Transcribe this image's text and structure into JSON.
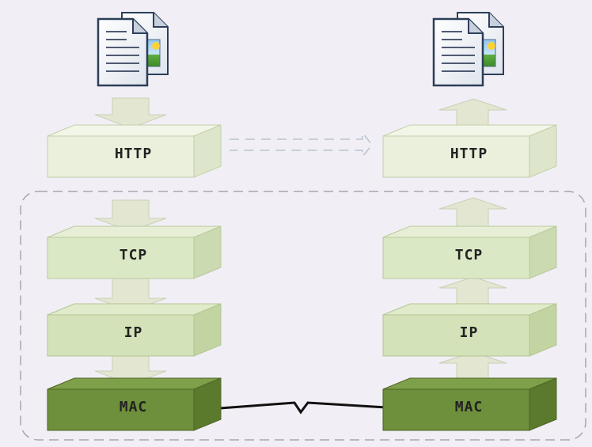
{
  "layers": {
    "left": [
      {
        "label": "HTTP",
        "fill": "#eaf0dc",
        "top": "#f2f6e8",
        "side": "#dde6cb",
        "stroke": "#c3cfaa"
      },
      {
        "label": "TCP",
        "fill": "#dbe8c5",
        "top": "#e6efd6",
        "side": "#cbdab1",
        "stroke": "#b9c99c"
      },
      {
        "label": "IP",
        "fill": "#d3e2b8",
        "top": "#e0ebcb",
        "side": "#c2d4a2",
        "stroke": "#b3c592"
      },
      {
        "label": "MAC",
        "fill": "#6e8f3b",
        "top": "#7fa04a",
        "side": "#5b7a2e",
        "stroke": "#4c6626"
      }
    ],
    "right": [
      {
        "label": "HTTP",
        "fill": "#eaf0dc",
        "top": "#f2f6e8",
        "side": "#dde6cb",
        "stroke": "#c3cfaa"
      },
      {
        "label": "TCP",
        "fill": "#dbe8c5",
        "top": "#e6efd6",
        "side": "#cbdab1",
        "stroke": "#b9c99c"
      },
      {
        "label": "IP",
        "fill": "#d3e2b8",
        "top": "#e0ebcb",
        "side": "#c2d4a2",
        "stroke": "#b3c592"
      },
      {
        "label": "MAC",
        "fill": "#6e8f3b",
        "top": "#7fa04a",
        "side": "#5b7a2e",
        "stroke": "#4c6626"
      }
    ]
  },
  "icons": {
    "left": "document-icon",
    "right": "document-icon"
  },
  "colors": {
    "background": "#f1eff5",
    "arrow_fill": "#e3e7d2",
    "arrow_stroke": "#c9cfb6",
    "dashed_border": "#a7a7ad",
    "link_line": "#111111"
  }
}
